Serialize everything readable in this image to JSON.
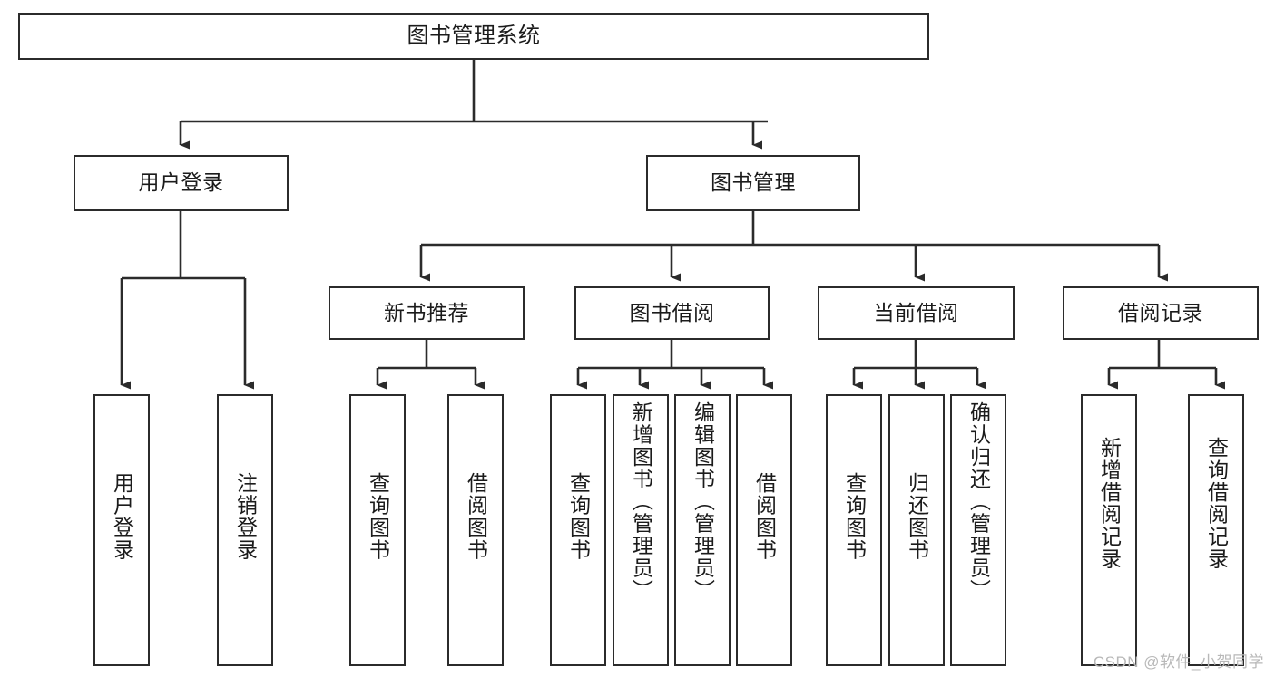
{
  "diagram": {
    "title": "图书管理系统",
    "type": "hierarchy-tree",
    "orientation": "top-down",
    "colors": {
      "box_border": "#2b2b2b",
      "box_fill": "#ffffff",
      "connector": "#2b2b2b",
      "text": "#1b1b1b",
      "watermark": "#b8b8b8"
    },
    "nodes": {
      "root": {
        "id": "root",
        "label": "图书管理系统",
        "level": 1,
        "orientation": "horizontal"
      },
      "level2": [
        {
          "id": "user-login",
          "label": "用户登录",
          "level": 2,
          "orientation": "horizontal"
        },
        {
          "id": "book-manage",
          "label": "图书管理",
          "level": 2,
          "orientation": "horizontal"
        }
      ],
      "level3": [
        {
          "id": "new-book-recommend",
          "label": "新书推荐",
          "level": 3,
          "orientation": "horizontal",
          "parent": "book-manage"
        },
        {
          "id": "book-borrow",
          "label": "图书借阅",
          "level": 3,
          "orientation": "horizontal",
          "parent": "book-manage"
        },
        {
          "id": "current-borrow",
          "label": "当前借阅",
          "level": 3,
          "orientation": "horizontal",
          "parent": "book-manage"
        },
        {
          "id": "borrow-record",
          "label": "借阅记录",
          "level": 3,
          "orientation": "horizontal",
          "parent": "book-manage"
        }
      ],
      "leaves": [
        {
          "id": "leaf-user-login",
          "label": "用户登录",
          "parent": "user-login"
        },
        {
          "id": "leaf-logout-login",
          "label": "注销登录",
          "parent": "user-login"
        },
        {
          "id": "leaf-query-book-1",
          "label": "查询图书",
          "parent": "new-book-recommend"
        },
        {
          "id": "leaf-borrow-book-1",
          "label": "借阅图书",
          "parent": "new-book-recommend"
        },
        {
          "id": "leaf-query-book-2",
          "label": "查询图书",
          "parent": "book-borrow"
        },
        {
          "id": "leaf-add-book",
          "label": "新增图书（管理员）",
          "parent": "book-borrow"
        },
        {
          "id": "leaf-edit-book",
          "label": "编辑图书（管理员）",
          "parent": "book-borrow"
        },
        {
          "id": "leaf-borrow-book-2",
          "label": "借阅图书",
          "parent": "book-borrow"
        },
        {
          "id": "leaf-query-book-3",
          "label": "查询图书",
          "parent": "current-borrow"
        },
        {
          "id": "leaf-return-book",
          "label": "归还图书",
          "parent": "current-borrow"
        },
        {
          "id": "leaf-confirm-return",
          "label": "确认归还（管理员）",
          "parent": "current-borrow"
        },
        {
          "id": "leaf-add-record",
          "label": "新增借阅记录",
          "parent": "borrow-record"
        },
        {
          "id": "leaf-query-record",
          "label": "查询借阅记录",
          "parent": "borrow-record"
        }
      ]
    },
    "watermark": "CSDN @软件_小贺同学"
  }
}
